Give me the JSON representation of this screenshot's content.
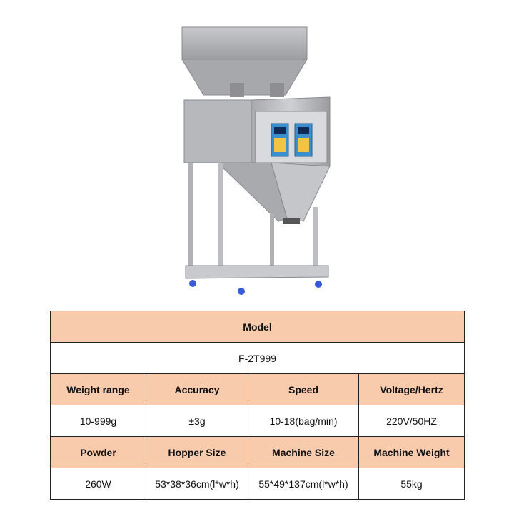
{
  "colors": {
    "header_fill": "#f9cbad",
    "border": "#222222",
    "machine_steel": "#b9b9bd",
    "panel_blue": "#3a8fd0",
    "caster_blue": "#3b5bd6"
  },
  "product": {
    "subject": "stainless steel dual-head weighing and filling machine with hopper, control panels and caster wheels"
  },
  "table": {
    "model_label": "Model",
    "model_value": "F-2T999",
    "row1_headers": [
      "Weight range",
      "Accuracy",
      "Speed",
      "Voltage/Hertz"
    ],
    "row1_values": [
      "10-999g",
      "±3g",
      "10-18(bag/min)",
      "220V/50HZ"
    ],
    "row2_headers": [
      "Powder",
      "Hopper Size",
      "Machine Size",
      "Machine Weight"
    ],
    "row2_values": [
      "260W",
      "53*38*36cm(l*w*h)",
      "55*49*137cm(l*w*h)",
      "55kg"
    ]
  }
}
